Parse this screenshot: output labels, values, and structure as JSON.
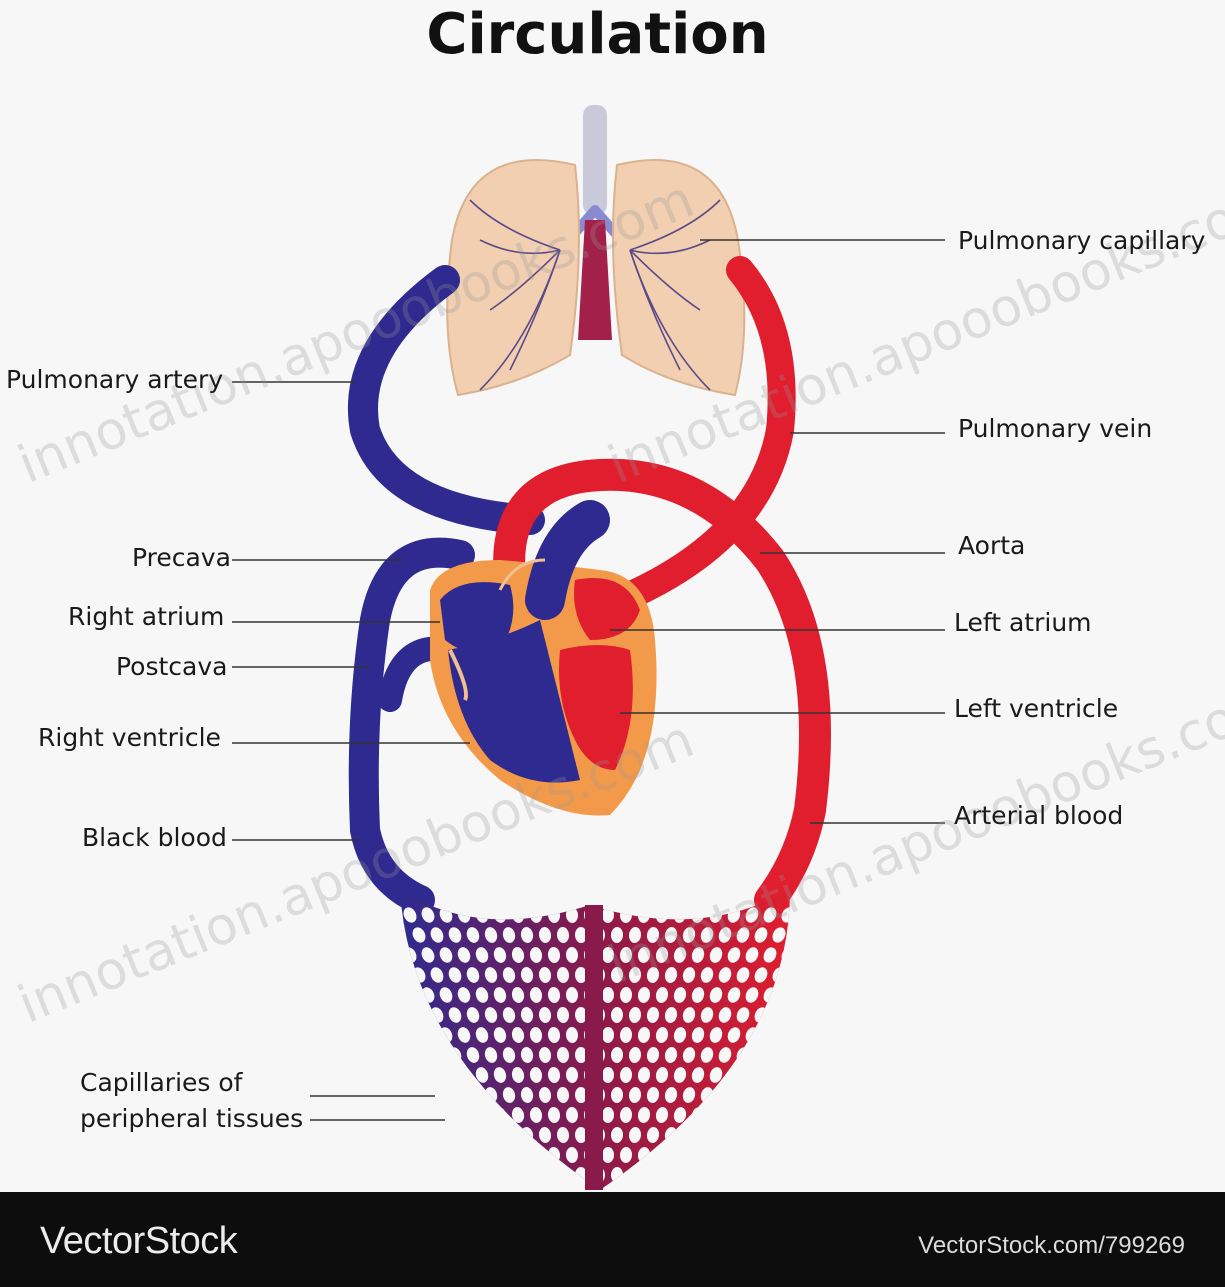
{
  "title": "Circulation",
  "labels": {
    "pulmonary_capillary": "Pulmonary capillary",
    "pulmonary_artery": "Pulmonary artery",
    "pulmonary_vein": "Pulmonary vein",
    "precava": "Precava",
    "aorta": "Aorta",
    "right_atrium": "Right atrium",
    "left_atrium": "Left atrium",
    "postcava": "Postcava",
    "left_ventricle": "Left ventricle",
    "right_ventricle": "Right ventricle",
    "black_blood": "Black blood",
    "arterial_blood": "Arterial blood",
    "capillaries_line1": "Capillaries of",
    "capillaries_line2": "peripheral tissues"
  },
  "watermark": "innotation.apooobooks.com",
  "footer": {
    "brand": "VectorStock",
    "url": "VectorStock.com/799269"
  },
  "colors": {
    "venous": "#2e2a8f",
    "arterial": "#e01e2e",
    "capillary_mix": "#8a1a4a",
    "lung": "#f2cfb0",
    "heart_wall": "#f39a4a"
  }
}
